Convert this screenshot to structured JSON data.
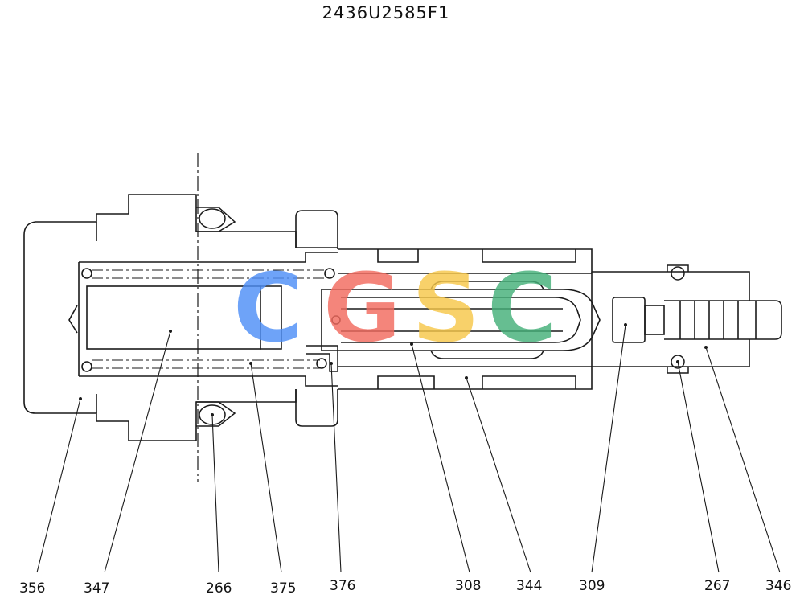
{
  "title": "2436U2585F1",
  "part_labels": [
    "356",
    "347",
    "266",
    "375",
    "376",
    "308",
    "344",
    "309",
    "267",
    "346"
  ],
  "watermark": {
    "letters": [
      "C",
      "G",
      "S",
      "C"
    ],
    "colors": [
      "#4f8ff7",
      "#f26b5f",
      "#f7c84a",
      "#45b07a"
    ]
  },
  "colors": {
    "line": "#1a1a1a"
  }
}
